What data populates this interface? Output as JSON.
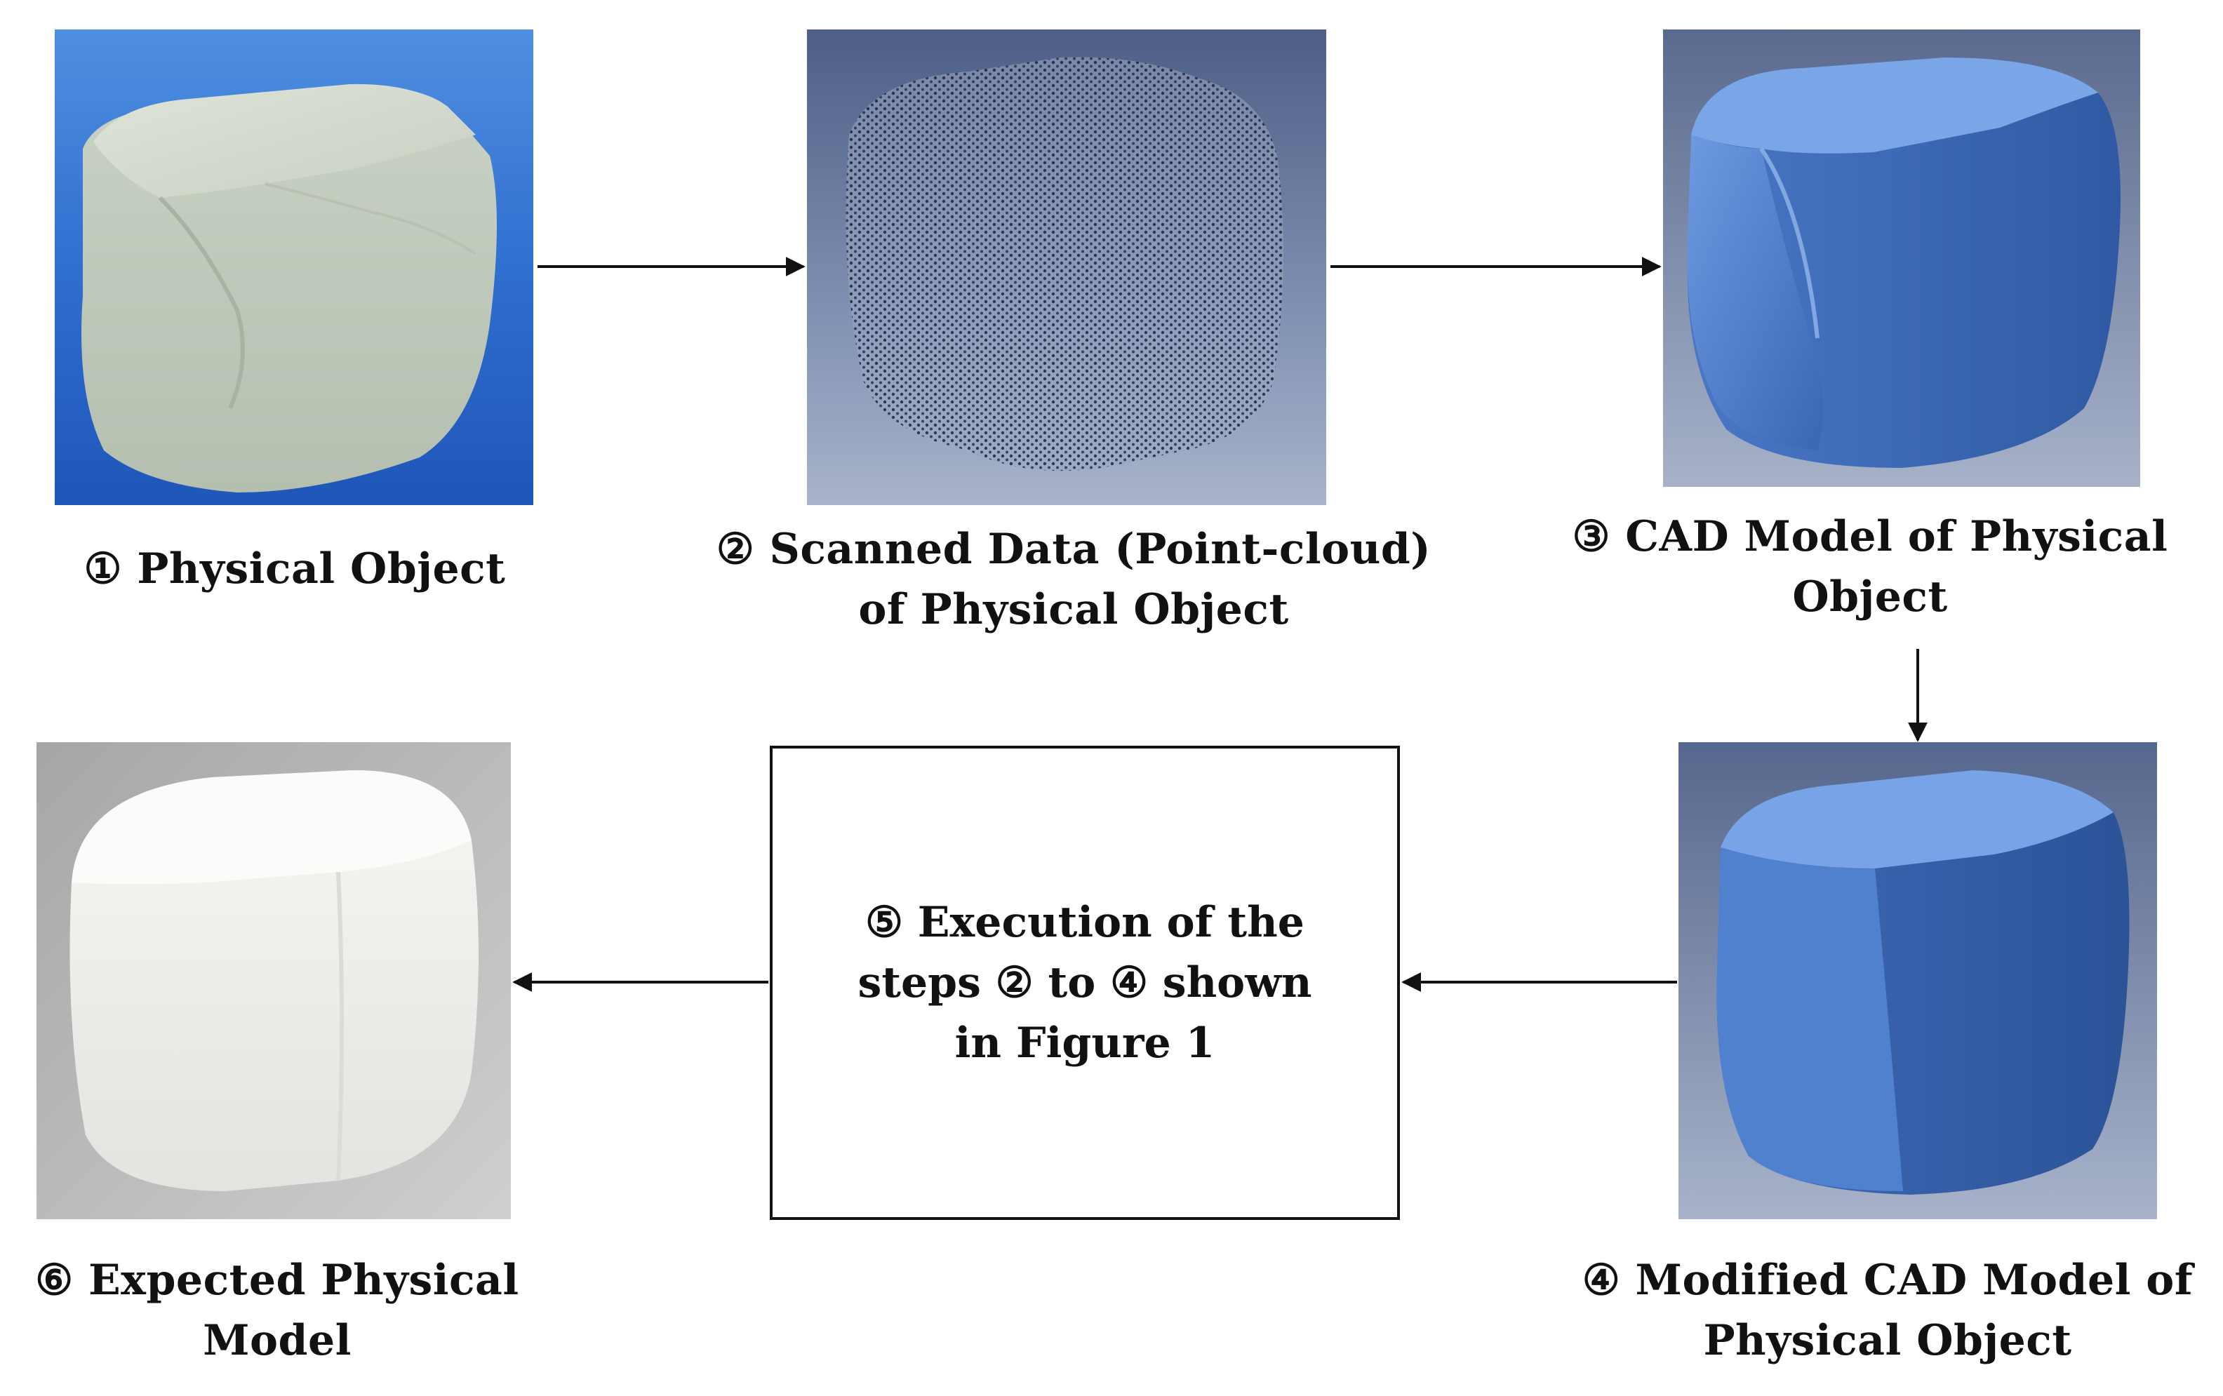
{
  "steps": {
    "s1": {
      "label": "① Physical Object"
    },
    "s2": {
      "label": "② Scanned Data (Point-cloud) of Physical Object"
    },
    "s3": {
      "label": "③ CAD Model of Physical Object"
    },
    "s4": {
      "label": "④ Modified CAD Model of Physical Object"
    },
    "s5": {
      "label": "⑤ Execution of the steps ② to ④ shown in Figure 1"
    },
    "s6": {
      "label": "⑥ Expected Physical Model"
    }
  },
  "colors": {
    "photo_blue_bg": "#2f6fd0",
    "clay_grey": "#c9d2c6",
    "scan_bg": "#6a7da3",
    "cad_blue": "#4d7fcf",
    "white_clay": "#f2f2ef",
    "grey_bg": "#b8b8b8",
    "line": "#111111"
  }
}
